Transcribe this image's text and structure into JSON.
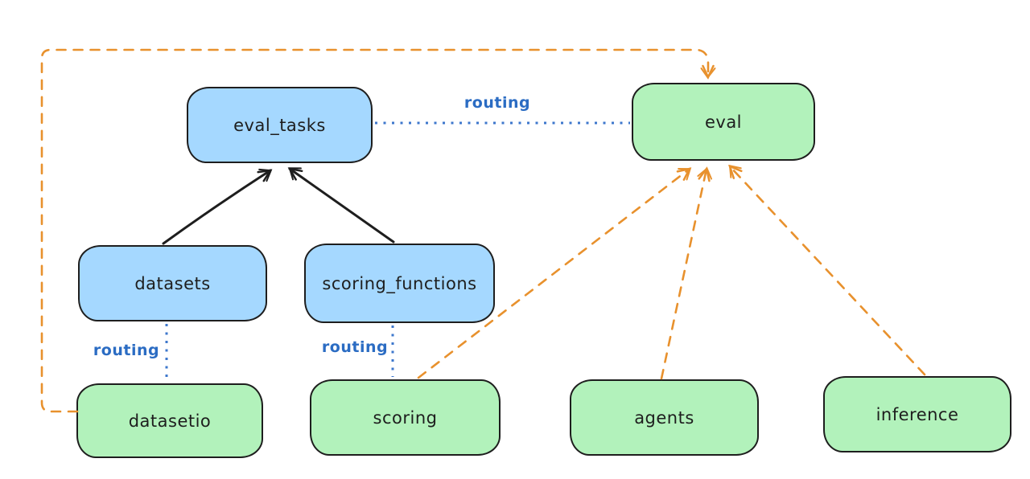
{
  "diagram": {
    "background": "#ffffff",
    "colors": {
      "blue_node_fill": "#a5d8ff",
      "green_node_fill": "#b2f2bb",
      "node_stroke": "#1e1e1e",
      "routing_label_blue": "#2b6cc3",
      "routing_dotted_blue": "#3d77cc",
      "dashed_orange": "#e8912d",
      "solid_arrow_black": "#1e1e1e"
    },
    "nodes": [
      {
        "id": "eval_tasks",
        "label": "eval_tasks",
        "fill": "#a5d8ff"
      },
      {
        "id": "eval",
        "label": "eval",
        "fill": "#b2f2bb"
      },
      {
        "id": "datasets",
        "label": "datasets",
        "fill": "#a5d8ff"
      },
      {
        "id": "scoring_functions",
        "label": "scoring_functions",
        "fill": "#a5d8ff"
      },
      {
        "id": "datasetio",
        "label": "datasetio",
        "fill": "#b2f2bb"
      },
      {
        "id": "scoring",
        "label": "scoring",
        "fill": "#b2f2bb"
      },
      {
        "id": "agents",
        "label": "agents",
        "fill": "#b2f2bb"
      },
      {
        "id": "inference",
        "label": "inference",
        "fill": "#b2f2bb"
      }
    ],
    "edges": [
      {
        "from": "datasets",
        "to": "eval_tasks",
        "style": "solid",
        "color": "#1e1e1e",
        "arrow": true,
        "label": ""
      },
      {
        "from": "scoring_functions",
        "to": "eval_tasks",
        "style": "solid",
        "color": "#1e1e1e",
        "arrow": true,
        "label": ""
      },
      {
        "from": "eval_tasks",
        "to": "eval",
        "style": "dotted",
        "color": "#3d77cc",
        "arrow": false,
        "label": "routing"
      },
      {
        "from": "datasets",
        "to": "datasetio",
        "style": "dotted",
        "color": "#3d77cc",
        "arrow": false,
        "label": "routing"
      },
      {
        "from": "scoring_functions",
        "to": "scoring",
        "style": "dotted",
        "color": "#3d77cc",
        "arrow": false,
        "label": "routing"
      },
      {
        "from": "datasetio",
        "to": "eval",
        "style": "dashed",
        "color": "#e8912d",
        "arrow": true,
        "label": ""
      },
      {
        "from": "scoring",
        "to": "eval",
        "style": "dashed",
        "color": "#e8912d",
        "arrow": true,
        "label": ""
      },
      {
        "from": "agents",
        "to": "eval",
        "style": "dashed",
        "color": "#e8912d",
        "arrow": true,
        "label": ""
      },
      {
        "from": "inference",
        "to": "eval",
        "style": "dashed",
        "color": "#e8912d",
        "arrow": true,
        "label": ""
      }
    ]
  }
}
